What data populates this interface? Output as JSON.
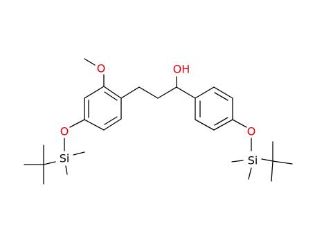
{
  "colors": {
    "bond": "#000000",
    "oxygen": "#e0000d",
    "silicon": "#000000",
    "background": "#ffffff"
  },
  "structure": {
    "atom_labels": {
      "methoxy_o": "O",
      "hydroxyl": "OH",
      "left_ether_o": "O",
      "right_ether_o": "O",
      "left_si": "Si",
      "right_si": "Si"
    }
  }
}
